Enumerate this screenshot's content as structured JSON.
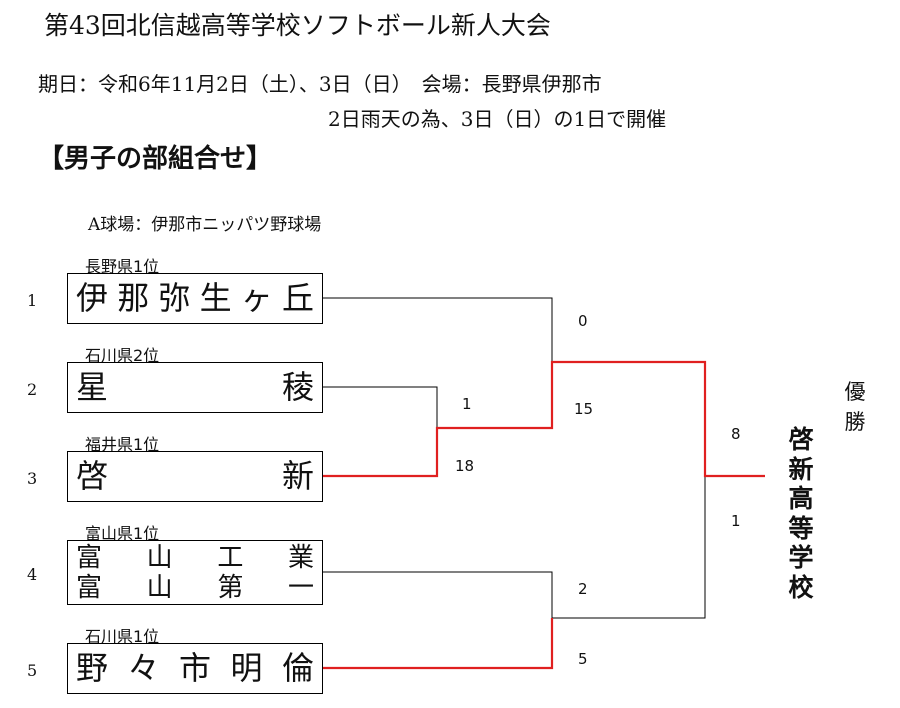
{
  "header": {
    "title": "第43回北信越高等学校ソフトボール新人大会",
    "schedule": "期日：令和6年11月2日（土）、3日（日）　会場：長野県伊那市",
    "note": "2日雨天の為、3日（日）の1日で開催",
    "section": "【男子の部組合せ】"
  },
  "venue": "A球場：伊那市ニッパツ野球場",
  "teams": [
    {
      "num": "1",
      "seed": "長野県1位",
      "name": [
        "伊",
        "那",
        "弥",
        "生",
        "ヶ",
        "丘"
      ]
    },
    {
      "num": "2",
      "seed": "石川県2位",
      "name": [
        "星",
        "稜"
      ]
    },
    {
      "num": "3",
      "seed": "福井県1位",
      "name": [
        "啓",
        "新"
      ]
    },
    {
      "num": "4",
      "seed": "富山県1位",
      "name": [
        "富",
        "山",
        "工",
        "業"
      ],
      "name2": [
        "富",
        "山",
        "第",
        "一"
      ]
    },
    {
      "num": "5",
      "seed": "石川県1位",
      "name": [
        "野",
        "々",
        "市",
        "明",
        "倫"
      ]
    }
  ],
  "scores": {
    "r1_top": "1",
    "r1_bottom": "18",
    "sf1_top": "0",
    "sf1_bottom": "15",
    "sf2_top": "2",
    "sf2_bottom": "5",
    "final_top": "8",
    "final_bottom": "1"
  },
  "champion": {
    "label": "優勝",
    "name": "啓新高等学校"
  },
  "colors": {
    "winner_line": "#e02020",
    "line": "#000000"
  }
}
